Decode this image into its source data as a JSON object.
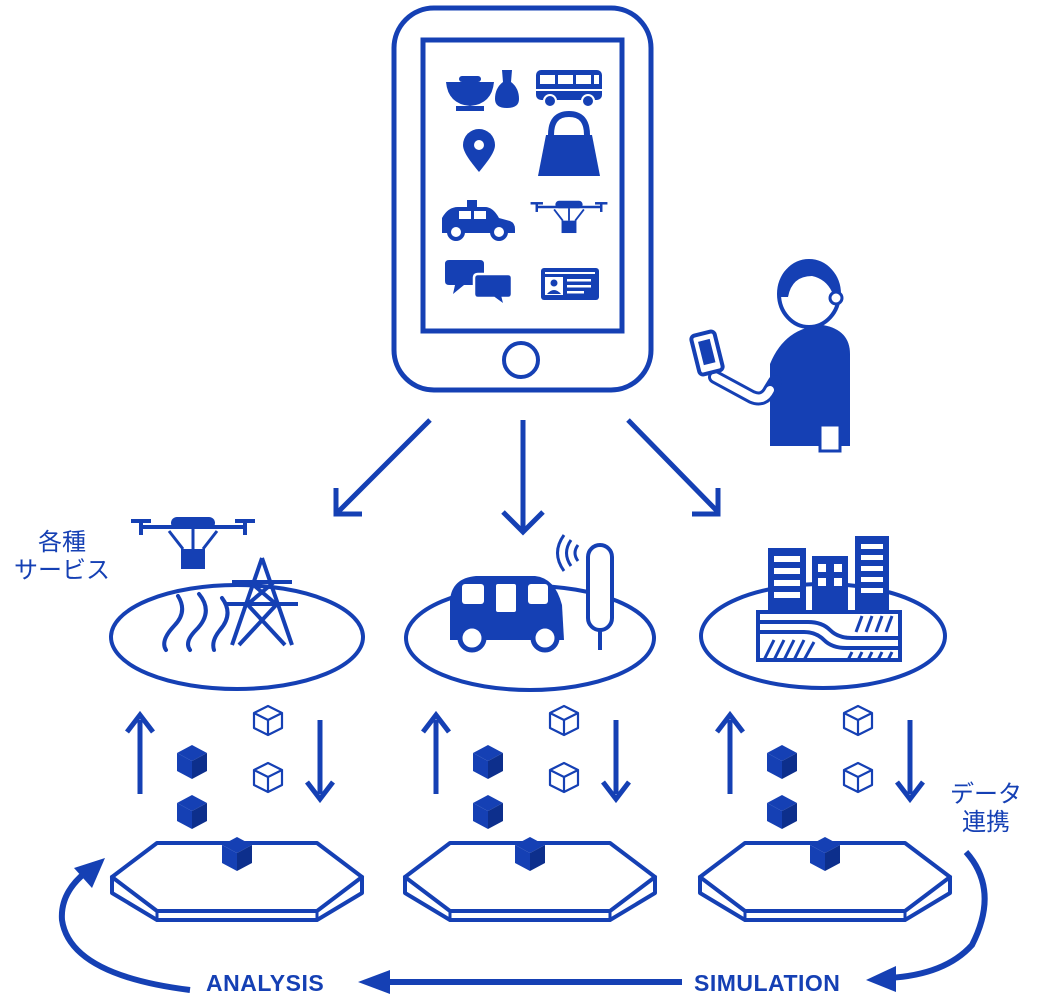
{
  "colors": {
    "primary": "#1540b4",
    "background": "#ffffff"
  },
  "labels": {
    "services_line1": "各種",
    "services_line2": "サービス",
    "data_link_line1": "データ",
    "data_link_line2": "連携",
    "analysis": "ANALYSIS",
    "simulation": "SIMULATION"
  },
  "app_icons": [
    "bowl-bottle-icon",
    "bus-icon",
    "map-pin-icon",
    "handbag-icon",
    "taxi-icon",
    "drone-icon",
    "chat-icon",
    "id-card-icon"
  ],
  "service_platforms": [
    "drone-power-platform",
    "autonomous-vehicle-platform",
    "city-buildings-platform"
  ],
  "data_stacks": [
    "data-stack-left",
    "data-stack-center",
    "data-stack-right"
  ]
}
